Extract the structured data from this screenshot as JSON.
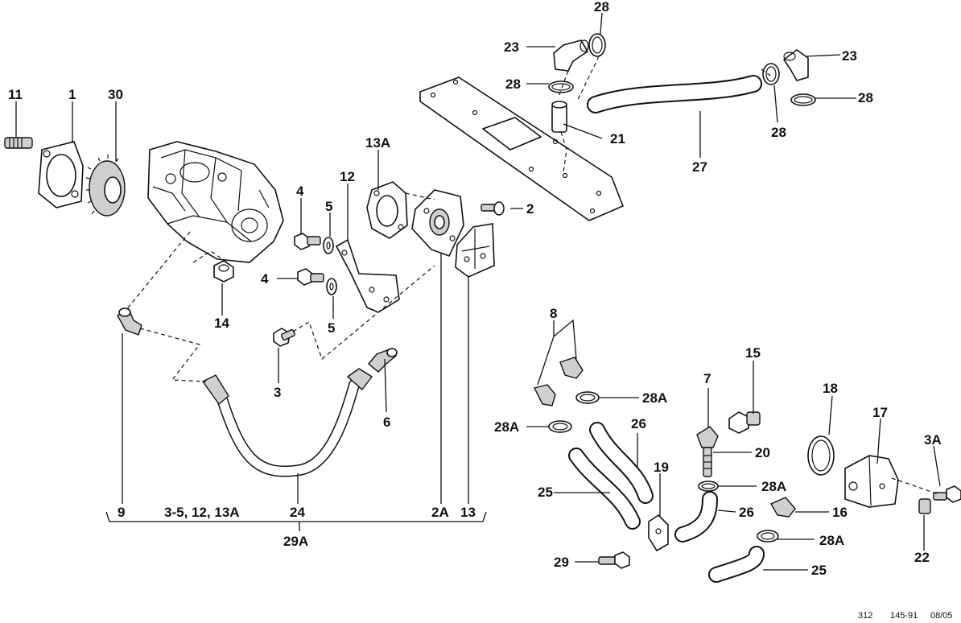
{
  "callouts": {
    "c1": "1",
    "c2": "2",
    "c2a": "2A",
    "c3": "3",
    "c3a": "3A",
    "c3to5": "3-5, 12, 13A",
    "c4a": "4",
    "c4b": "4",
    "c5a": "5",
    "c5b": "5",
    "c6": "6",
    "c7": "7",
    "c8": "8",
    "c9": "9",
    "c11": "11",
    "c12": "12",
    "c13": "13",
    "c13a": "13A",
    "c14": "14",
    "c15": "15",
    "c16": "16",
    "c17": "17",
    "c18": "18",
    "c19": "19",
    "c20": "20",
    "c21": "21",
    "c22": "22",
    "c23a": "23",
    "c23b": "23",
    "c24": "24",
    "c25a": "25",
    "c25b": "25",
    "c26a": "26",
    "c26b": "26",
    "c27": "27",
    "c28top": "28",
    "c28b": "28",
    "c28c": "28",
    "c28d": "28",
    "c28a1": "28A",
    "c28a2": "28A",
    "c28a3": "28A",
    "c28a4": "28A",
    "c29": "29",
    "c29a": "29A",
    "c30": "30"
  },
  "footer": {
    "code1": "312",
    "code2": "145-91",
    "date": "08/05"
  }
}
